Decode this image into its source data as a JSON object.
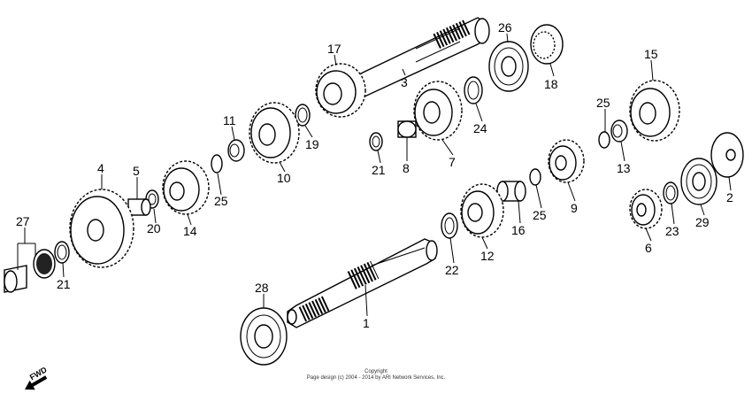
{
  "labels": {
    "p1": "1",
    "p2": "2",
    "p3": "3",
    "p4": "4",
    "p5": "5",
    "p6": "6",
    "p7": "7",
    "p8": "8",
    "p9": "9",
    "p10": "10",
    "p11": "11",
    "p12": "12",
    "p13": "13",
    "p14": "14",
    "p15": "15",
    "p16": "16",
    "p17": "17",
    "p18": "18",
    "p19": "19",
    "p20": "20",
    "p21a": "21",
    "p21b": "21",
    "p22": "22",
    "p23": "23",
    "p24": "24",
    "p25a": "25",
    "p25b": "25",
    "p25c": "25",
    "p26": "26",
    "p27": "27",
    "p28": "28",
    "p29": "29"
  },
  "fwd": "FWD",
  "copyright": {
    "line1": "Copyright",
    "line2": "Page design (c) 2004 - 2014 by ARI Network Services, Inc."
  }
}
